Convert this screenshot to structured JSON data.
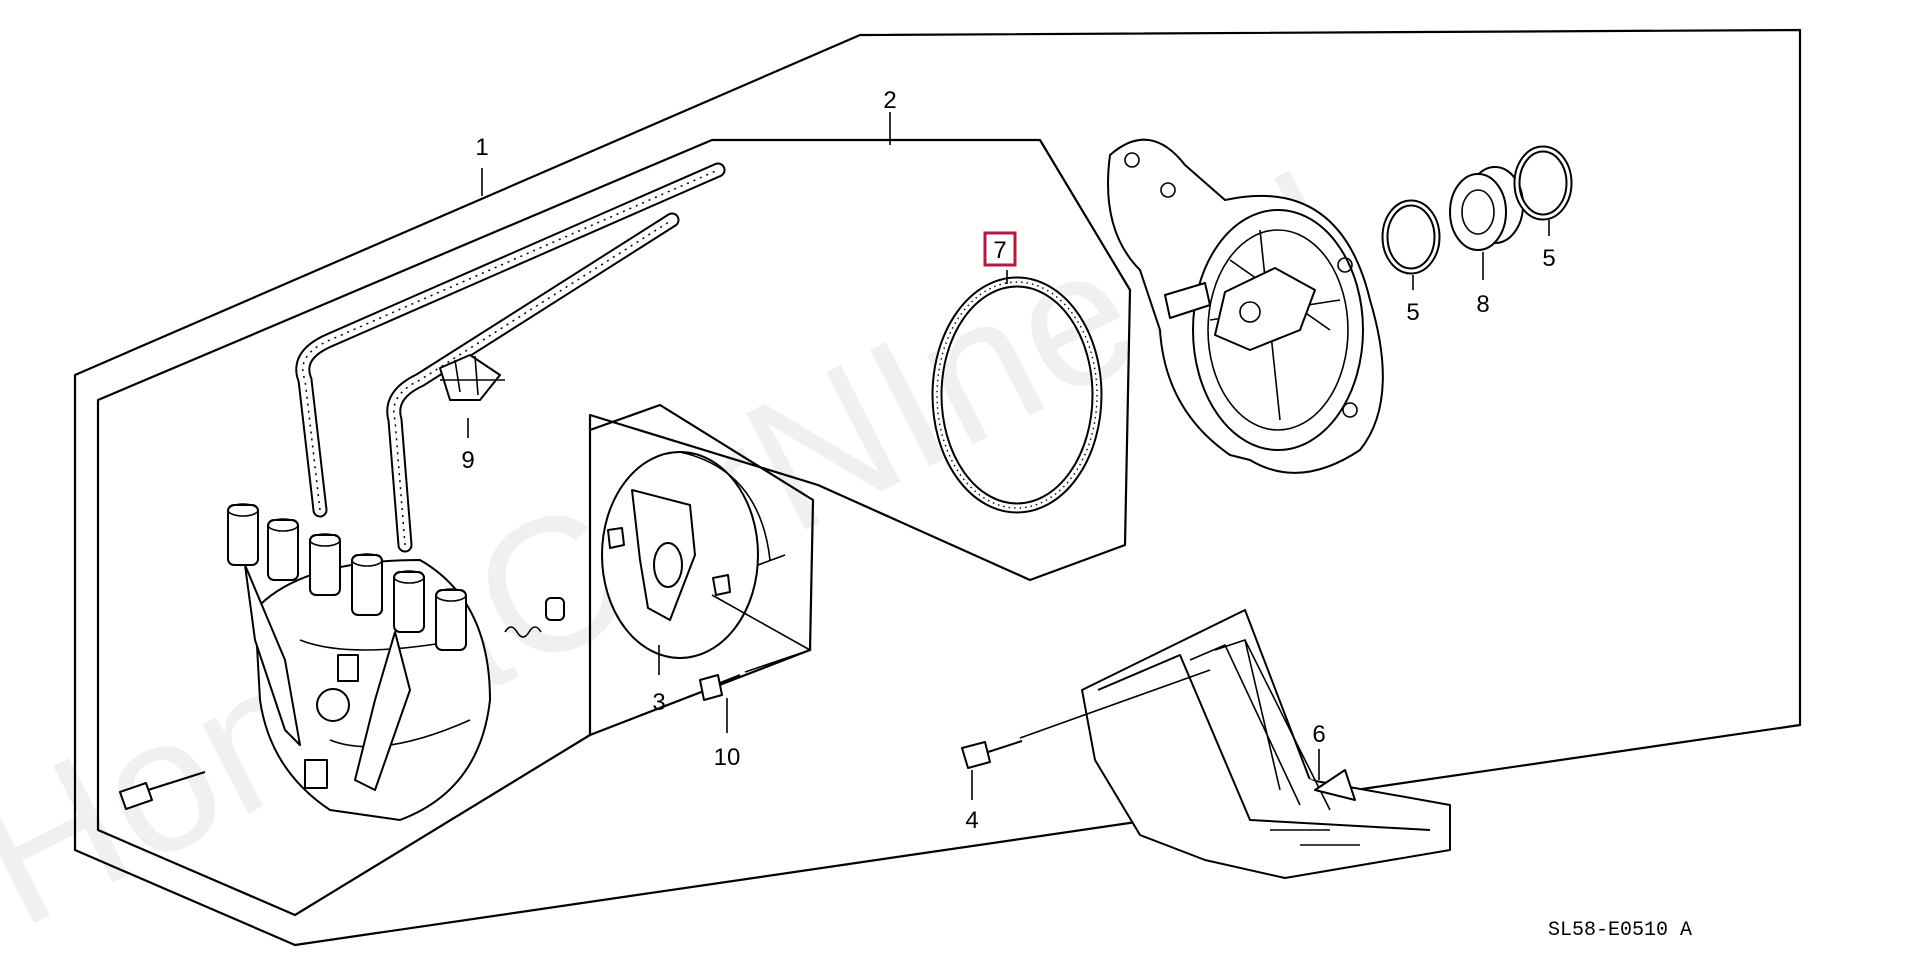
{
  "diagram": {
    "watermark": "HondaCarNIne.ru",
    "reference_code": "SL58-E0510 A",
    "highlighted_callout": "7",
    "highlight_color": "#c0143c",
    "callouts": {
      "c1": "1",
      "c2": "2",
      "c3": "3",
      "c4": "4",
      "c5a": "5",
      "c5b": "5",
      "c6": "6",
      "c7": "7",
      "c8": "8",
      "c9": "9",
      "c10": "10"
    }
  }
}
